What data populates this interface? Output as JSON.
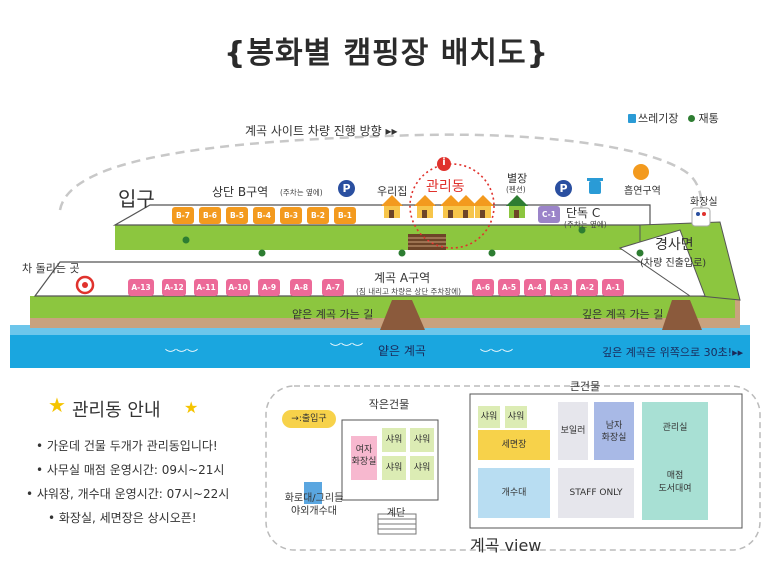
{
  "title": "{봉화별 캠핑장 배치도}",
  "legend": {
    "trash": "쓰레기장",
    "tree": "재통"
  },
  "labels": {
    "entrance": "입구",
    "direction": "계곡 사이트 차량 진행 방향 ▸▸",
    "upper_zone": "상단 B구역",
    "upper_zone_note": "(주차는 옆에)",
    "upper_zone_parking": "P",
    "woorijip": "우리집",
    "office": "관리동",
    "office_marker": "i",
    "annex": "별장",
    "annex_note": "(펜션)",
    "annex_parking": "P",
    "smoking": "흡연구역",
    "toilet": "화장실",
    "single_c": "단독 C",
    "single_c_note": "(주차는 옆에)",
    "turnaround": "차 돌리는 곳",
    "slope": "경사면",
    "slope_note": "(차량 진출입로)",
    "zone_a": "계곡 A구역",
    "zone_a_note": "(짐 내리고 차량은 상단 주차장에)",
    "path_shallow": "얕은 계곡 가는 길",
    "path_deep": "깊은 계곡 가는 길",
    "stream_shallow": "얕은 계곡",
    "stream_deep": "깊은 계곡은 위쪽으로 30초!▸▸"
  },
  "sites": {
    "b": [
      "B-7",
      "B-6",
      "B-5",
      "B-4",
      "B-3",
      "B-2",
      "B-1"
    ],
    "c": [
      "C-1"
    ],
    "a_left": [
      "A-13",
      "A-12",
      "A-11",
      "A-10",
      "A-9",
      "A-8",
      "A-7"
    ],
    "a_right": [
      "A-6",
      "A-5",
      "A-4",
      "A-3",
      "A-2",
      "A-1"
    ]
  },
  "guide": {
    "title": "관리동 안내",
    "items": [
      "• 가운데 건물 두개가 관리동입니다!",
      "• 사무실 매점 운영시간: 09시~21시",
      "• 샤워장, 개수대 운영시간: 07시~22시",
      "• 화장실, 세면장은 상시오픈!"
    ]
  },
  "floorplan": {
    "entrance": "→:출입구",
    "small_building": "작은건물",
    "womens": "여자\n화장실",
    "shower": "샤워",
    "grill": "화로대/그리들\n야외개수대",
    "stairs": "계단",
    "big_building": "큰건물",
    "washroom": "세면장",
    "boiler": "보일러",
    "mens": "남자\n화장실",
    "office": "관리실",
    "sink": "개수대",
    "staff": "STAFF ONLY",
    "store": "매점\n도서대여",
    "view": "계곡 view"
  },
  "colors": {
    "site_b": "#f39a1e",
    "site_a": "#ec6a98",
    "site_c": "#9b84c9",
    "grass": "#8cc63f",
    "grass_dark": "#2e7d32",
    "water": "#1aa6df",
    "parking": "#2a4fa0",
    "office_red": "#e0322d"
  }
}
